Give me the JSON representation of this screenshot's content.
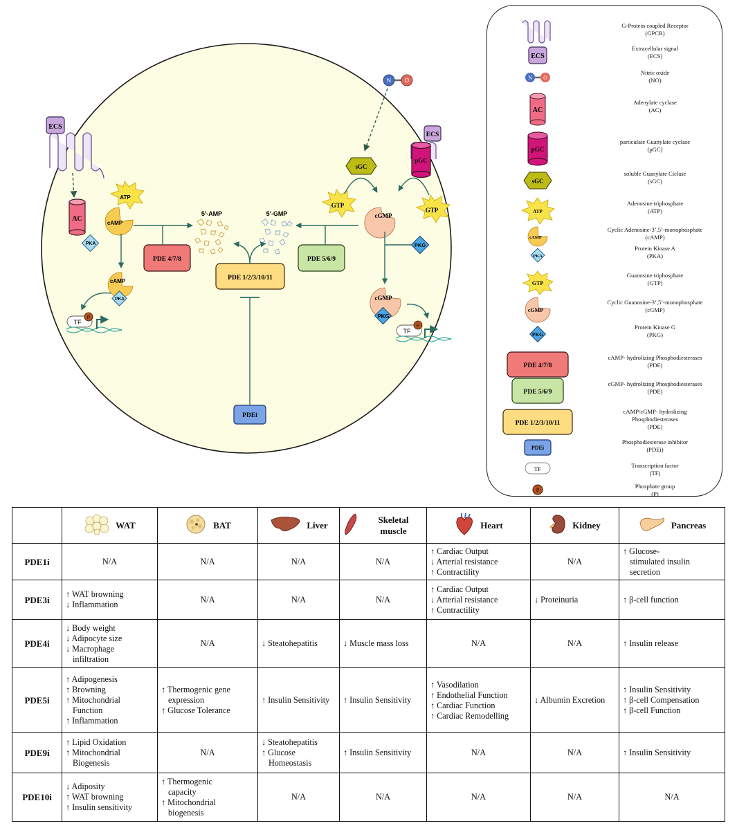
{
  "pathway": {
    "ecs_left": "ECS",
    "ecs_right": "ECS",
    "no_n": "N",
    "no_o": "O",
    "ac": "AC",
    "atp": "ATP",
    "camp": "cAMP",
    "camp2": "cAMP",
    "pka": "PKA",
    "pka2": "PKA",
    "tf_left": "TF",
    "tf_right": "TF",
    "p_left": "P",
    "p_right": "P",
    "amp5": "5'-AMP",
    "gmp5": "5'-GMP",
    "pde478": "PDE 4/7/8",
    "pde569": "PDE 5/6/9",
    "pde_all": "PDE 1/2/3/10/11",
    "pdei": "PDEi",
    "sgc": "sGC",
    "pgc": "pGC",
    "gtp_left": "GTP",
    "gtp_right": "GTP",
    "cgmp": "cGMP",
    "cgmp2": "cGMP",
    "pkg": "PKG",
    "pkg2": "PKG"
  },
  "legend": [
    {
      "icon": "gpcr",
      "label": "",
      "line1": "G-Protein coupled Receptor",
      "line2": "(GPCR)"
    },
    {
      "icon": "ecs",
      "label": "ECS",
      "line1": "Extracellular signal",
      "line2": "(ECS)"
    },
    {
      "icon": "no",
      "label": "N|O",
      "line1": "Nitric oxide",
      "line2": "(NO)"
    },
    {
      "icon": "ac",
      "label": "AC",
      "line1": "Adenylate cyclase",
      "line2": "(AC)"
    },
    {
      "icon": "pgc",
      "label": "pGC",
      "line1": "particulate Guanylate cyclase",
      "line2": "(pGC)"
    },
    {
      "icon": "sgc",
      "label": "sGC",
      "line1": "soluble Guanylate Ciclase",
      "line2": "(sGC)"
    },
    {
      "icon": "atp",
      "label": "ATP",
      "line1": "Adenosine triphosphate",
      "line2": "(ATP)"
    },
    {
      "icon": "camp",
      "label": "cAMP",
      "line1": "Cyclic Adenosine-3’,5’-monophosphate",
      "line2": "(cAMP)"
    },
    {
      "icon": "pka",
      "label": "PKA",
      "line1": "Protein Kinase A",
      "line2": "(PKA)"
    },
    {
      "icon": "gtp",
      "label": "GTP",
      "line1": "Guanosine triphosphate",
      "line2": "(GTP)"
    },
    {
      "icon": "cgmp",
      "label": "cGMP",
      "line1": "Cyclic Guanosine-3’,5’-monophosphate",
      "line2": "(cGMP)"
    },
    {
      "icon": "pkg",
      "label": "PKG",
      "line1": "Protein Kinase G",
      "line2": "(PKG)"
    },
    {
      "icon": "pde478",
      "label": "PDE 4/7/8",
      "line1": "cAMP- hydrolizing Phosphodiesterases",
      "line2": "(PDE)"
    },
    {
      "icon": "pde569",
      "label": "PDE 5/6/9",
      "line1": "cGMP- hydrolizing Phosphodiesterases",
      "line2": "(PDE)"
    },
    {
      "icon": "pdeall",
      "label": "PDE 1/2/3/10/11",
      "line1": "cAMP/cGMP- hydrolizing",
      "line2": "Phosphodiesterases",
      "line3": "(PDE)"
    },
    {
      "icon": "pdei",
      "label": "PDEi",
      "line1": "Phosphodiesterase inhibitor",
      "line2": "(PDEi)"
    },
    {
      "icon": "tf",
      "label": "TF",
      "line1": "Transcription factor",
      "line2": "(TF)"
    },
    {
      "icon": "p",
      "label": "P",
      "line1": "Phosphate group",
      "line2": "(P)"
    }
  ],
  "table": {
    "columns": [
      {
        "name": "WAT",
        "icon": "wat"
      },
      {
        "name": "BAT",
        "icon": "bat"
      },
      {
        "name": "Liver",
        "icon": "liver"
      },
      {
        "name": "Skeletal muscle",
        "icon": "muscle"
      },
      {
        "name": "Heart",
        "icon": "heart"
      },
      {
        "name": "Kidney",
        "icon": "kidney"
      },
      {
        "name": "Pancreas",
        "icon": "pancreas"
      }
    ],
    "rows": [
      {
        "name": "PDE1i",
        "cells": [
          [
            "N/A"
          ],
          [
            "N/A"
          ],
          [
            "N/A"
          ],
          [
            "N/A"
          ],
          [
            "↑ Cardiac Output",
            "↓ Arterial resistance",
            "↑ Contractility"
          ],
          [
            "N/A"
          ],
          [
            "↑ Glucose-",
            "stimulated insulin secretion"
          ]
        ]
      },
      {
        "name": "PDE3i",
        "cells": [
          [
            "↑ WAT browning",
            "↓ Inflammation"
          ],
          [
            "N/A"
          ],
          [
            "N/A"
          ],
          [
            "N/A"
          ],
          [
            "↑ Cardiac Output",
            "↓ Arterial resistance",
            "↑ Contractility"
          ],
          [
            "↓ Proteinuria"
          ],
          [
            "↑ β-cell function"
          ]
        ]
      },
      {
        "name": "PDE4i",
        "cells": [
          [
            "↓ Body weight",
            "↓ Adipocyte size",
            "↓ Macrophage",
            "infiltration"
          ],
          [
            "N/A"
          ],
          [
            "↓ Steatohepatitis"
          ],
          [
            "↓ Muscle mass loss"
          ],
          [
            "N/A"
          ],
          [
            "N/A"
          ],
          [
            "↑ Insulin release"
          ]
        ]
      },
      {
        "name": "PDE5i",
        "cells": [
          [
            "↑ Adipogenesis",
            "↑ Browning",
            "↑ Mitochondrial",
            "Function",
            "↑ Inflammation"
          ],
          [
            "↑ Thermogenic gene",
            "expression",
            "↑ Glucose Tolerance"
          ],
          [
            "↑ Insulin Sensitivity"
          ],
          [
            "↑ Insulin Sensitivity"
          ],
          [
            "↑ Vasodilation",
            "↑ Endothelial Function",
            "↑ Cardiac Function",
            "↑ Cardiac Remodelling"
          ],
          [
            "↓ Albumin Excretion"
          ],
          [
            "↑ Insulin Sensitivity",
            "↑ β-cell Compensation",
            "↑ β-cell Function"
          ]
        ]
      },
      {
        "name": "PDE9i",
        "cells": [
          [
            "↑ Lipid Oxidation",
            "↑ Mitochondrial",
            "Biogenesis"
          ],
          [
            "N/A"
          ],
          [
            "↓ Steatohepatitis",
            "↑ Glucose",
            "Homeostasis"
          ],
          [
            "↑ Insulin Sensitivity"
          ],
          [
            "N/A"
          ],
          [
            "N/A"
          ],
          [
            "↑ Insulin Sensitivity"
          ]
        ]
      },
      {
        "name": "PDE10i",
        "cells": [
          [
            "↓ Adiposity",
            "↑ WAT browning",
            "↑ Insulin sensitivity"
          ],
          [
            "↑ Thermogenic",
            "capacity",
            "↑ Mitochondrial",
            "biogenesis"
          ],
          [
            "N/A"
          ],
          [
            "N/A"
          ],
          [
            "N/A"
          ],
          [
            "N/A"
          ],
          [
            "N/A"
          ]
        ]
      }
    ]
  },
  "colors": {
    "cell_bg": "#fdfde3",
    "pde478": "#f07a78",
    "pde569": "#c9e5a5",
    "pde_all": "#fddc82",
    "pdei": "#7ba4e6",
    "ecs": "#c9a7dc",
    "ac": "#ef6b86",
    "pgc": "#d11479",
    "sgc": "#bdbb16",
    "camp": "#f8cb52",
    "cgmp": "#f8c7aa",
    "pk": "#a8dcf3",
    "arrow": "#2c6b61"
  }
}
